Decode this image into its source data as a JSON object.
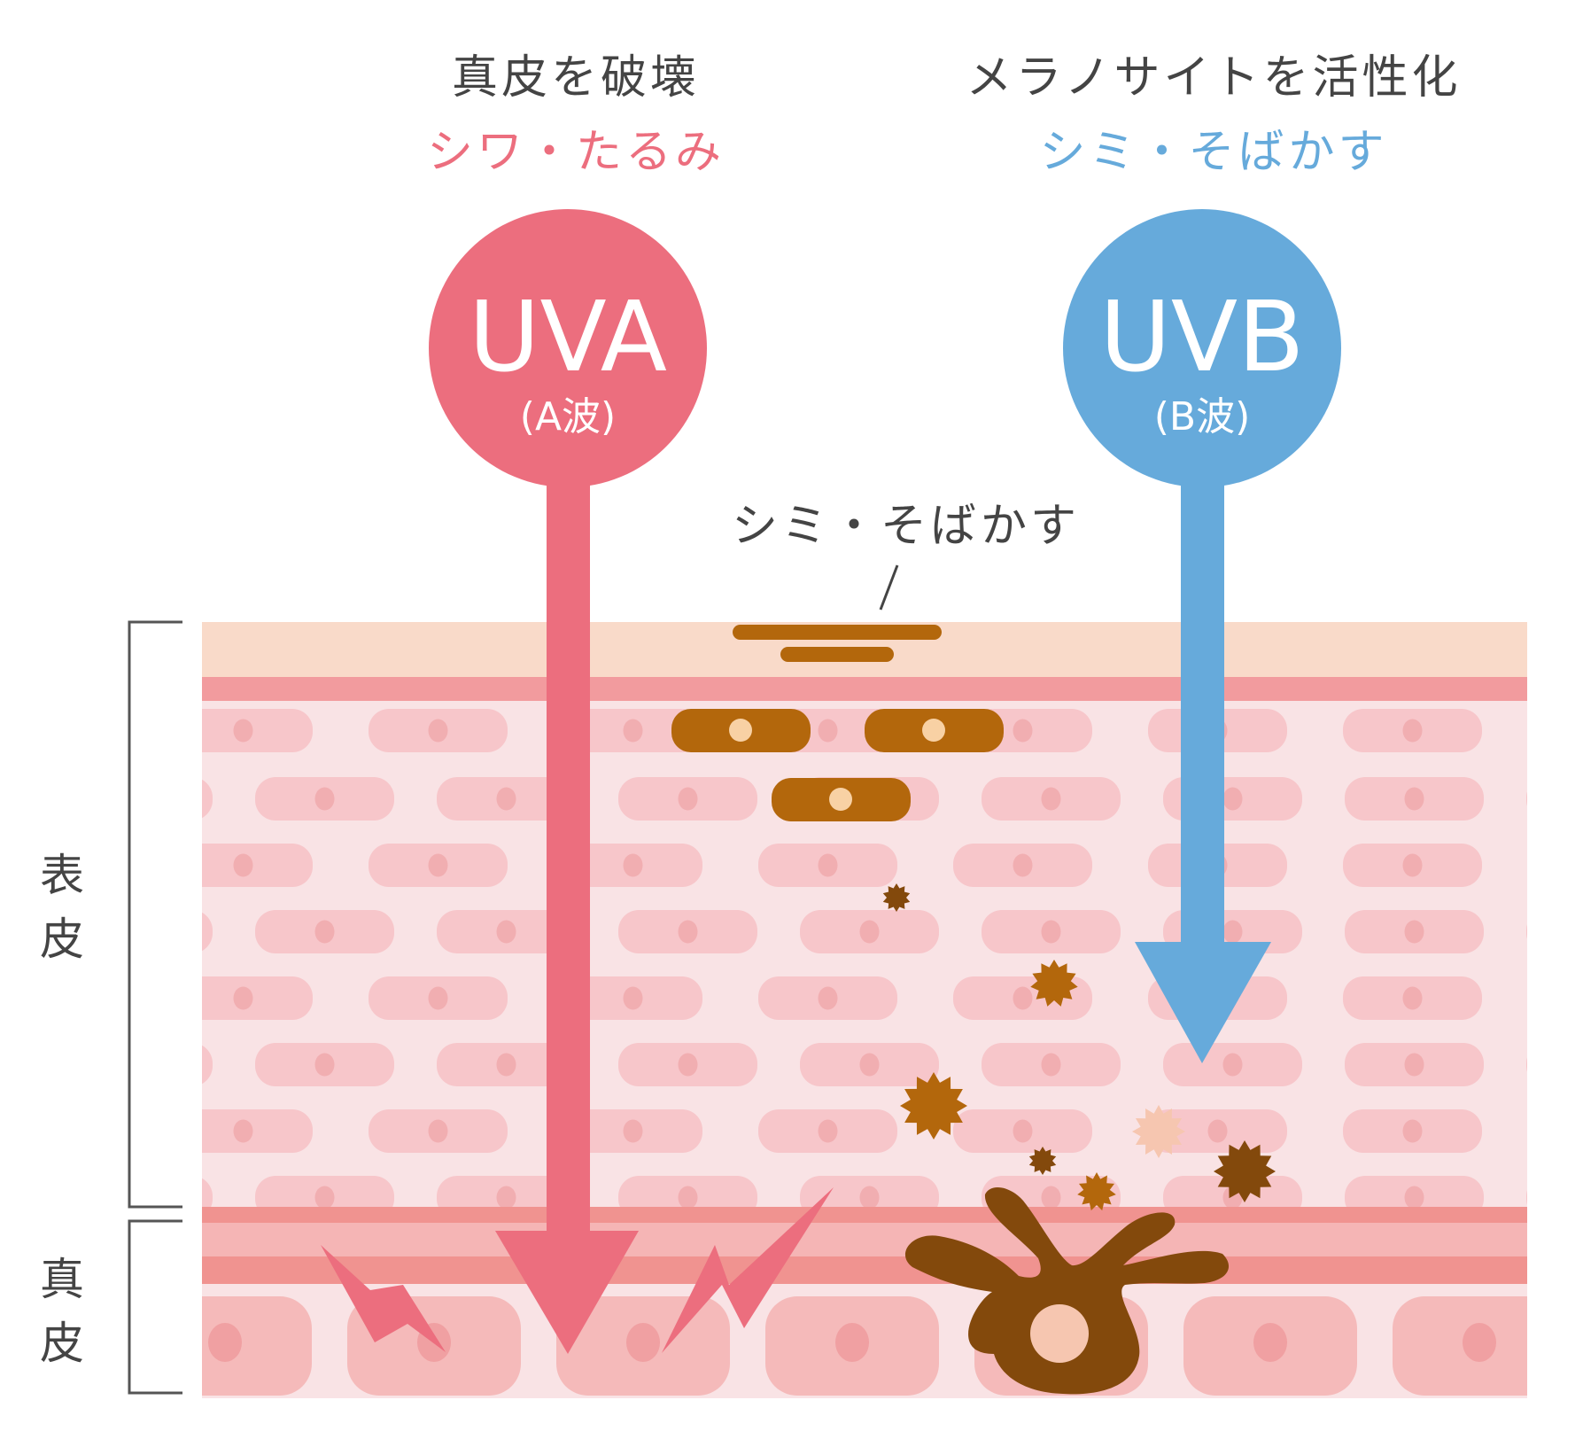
{
  "title": "UVA and UVB effects on skin",
  "uva": {
    "effect": "真皮を破壊",
    "result": "シワ・たるみ",
    "badge_main": "UVA",
    "badge_sub": "(A波)",
    "color": "#ec6e7e"
  },
  "uvb": {
    "effect": "メラノサイトを活性化",
    "result": "シミ・そばかす",
    "badge_main": "UVB",
    "badge_sub": "(B波)",
    "color": "#66aadb"
  },
  "callout": {
    "label": "シミ・そばかす"
  },
  "layers": {
    "epidermis": "表\n皮",
    "dermis": "真\n皮"
  },
  "colors": {
    "text_dark": "#444444",
    "stratum_corneum": "#f9dac9",
    "basal_band": "#f29b9e",
    "epidermis_bg": "#f9e3e5",
    "epidermis_cell": "#f7c6ca",
    "epidermis_nucleus": "#f1aeb1",
    "dermis_band_dark": "#f09390",
    "dermis_band_light": "#f5b5b5",
    "dermis_cell": "#f5baba",
    "dermis_nucleus": "#f0a0a2",
    "melanin_cell": "#b3670c",
    "melanin_nucleus": "#f8d1a4",
    "melanocyte": "#83490c",
    "melanocyte_nucleus": "#f6c6b0",
    "pigment_light": "#f6c6b0"
  }
}
